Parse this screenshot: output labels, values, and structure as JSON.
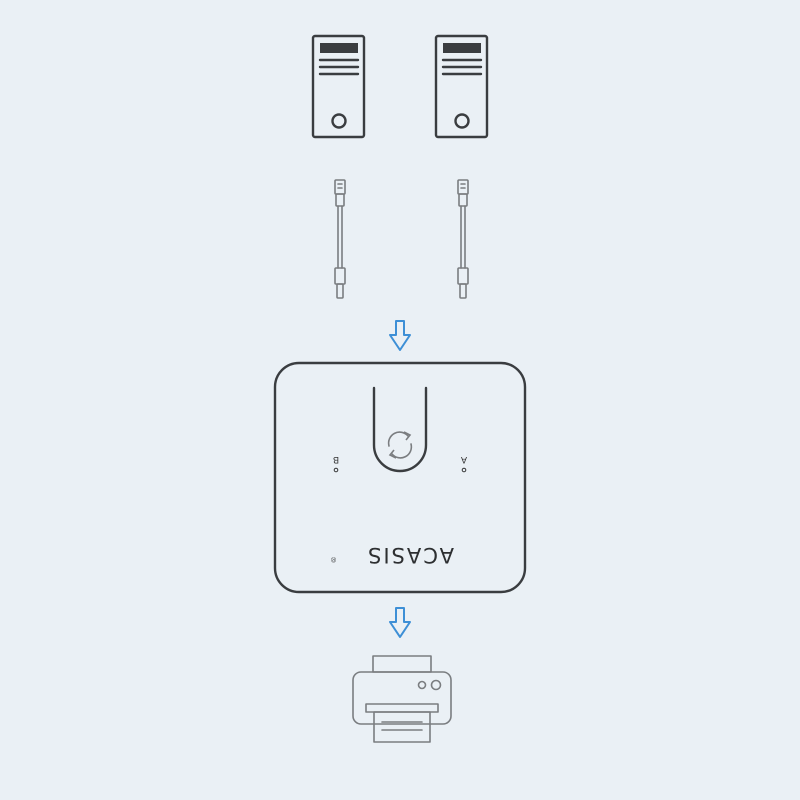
{
  "switch": {
    "brand": "ACASIS",
    "registered_mark": "®",
    "port_b_label": "B",
    "port_a_label": "A"
  },
  "colors": {
    "background": "#eaf0f5",
    "outline": "#3a3d40",
    "arrow": "#3d8fd6"
  },
  "icons": {
    "computers": [
      "computer-tower-icon",
      "computer-tower-icon"
    ],
    "cables": [
      "usb-cable-icon",
      "usb-cable-icon"
    ],
    "arrows": [
      "down-arrow-icon",
      "down-arrow-icon"
    ],
    "switch_button": "switch-toggle-icon",
    "output": "printer-icon"
  }
}
